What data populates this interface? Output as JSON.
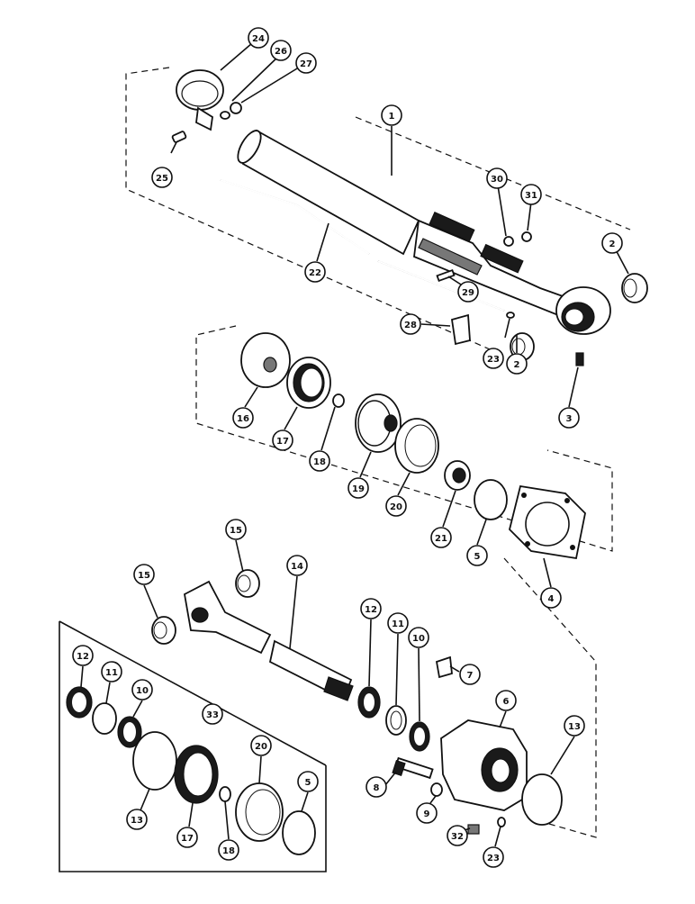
{
  "callouts": [
    {
      "id": "c1",
      "label": "1"
    },
    {
      "id": "c2a",
      "label": "2"
    },
    {
      "id": "c2b",
      "label": "2"
    },
    {
      "id": "c3",
      "label": "3"
    },
    {
      "id": "c4",
      "label": "4"
    },
    {
      "id": "c5a",
      "label": "5"
    },
    {
      "id": "c5b",
      "label": "5"
    },
    {
      "id": "c6",
      "label": "6"
    },
    {
      "id": "c7",
      "label": "7"
    },
    {
      "id": "c8",
      "label": "8"
    },
    {
      "id": "c9",
      "label": "9"
    },
    {
      "id": "c10a",
      "label": "10"
    },
    {
      "id": "c10b",
      "label": "10"
    },
    {
      "id": "c11a",
      "label": "11"
    },
    {
      "id": "c11b",
      "label": "11"
    },
    {
      "id": "c12a",
      "label": "12"
    },
    {
      "id": "c12b",
      "label": "12"
    },
    {
      "id": "c13a",
      "label": "13"
    },
    {
      "id": "c13b",
      "label": "13"
    },
    {
      "id": "c14",
      "label": "14"
    },
    {
      "id": "c15a",
      "label": "15"
    },
    {
      "id": "c15b",
      "label": "15"
    },
    {
      "id": "c16",
      "label": "16"
    },
    {
      "id": "c17a",
      "label": "17"
    },
    {
      "id": "c17b",
      "label": "17"
    },
    {
      "id": "c18a",
      "label": "18"
    },
    {
      "id": "c18b",
      "label": "18"
    },
    {
      "id": "c19",
      "label": "19"
    },
    {
      "id": "c20a",
      "label": "20"
    },
    {
      "id": "c20b",
      "label": "20"
    },
    {
      "id": "c21",
      "label": "21"
    },
    {
      "id": "c22",
      "label": "22"
    },
    {
      "id": "c23a",
      "label": "23"
    },
    {
      "id": "c23b",
      "label": "23"
    },
    {
      "id": "c24",
      "label": "24"
    },
    {
      "id": "c25",
      "label": "25"
    },
    {
      "id": "c26",
      "label": "26"
    },
    {
      "id": "c27",
      "label": "27"
    },
    {
      "id": "c28",
      "label": "28"
    },
    {
      "id": "c29",
      "label": "29"
    },
    {
      "id": "c30",
      "label": "30"
    },
    {
      "id": "c31",
      "label": "31"
    },
    {
      "id": "c32",
      "label": "32"
    },
    {
      "id": "c33",
      "label": "33"
    }
  ]
}
